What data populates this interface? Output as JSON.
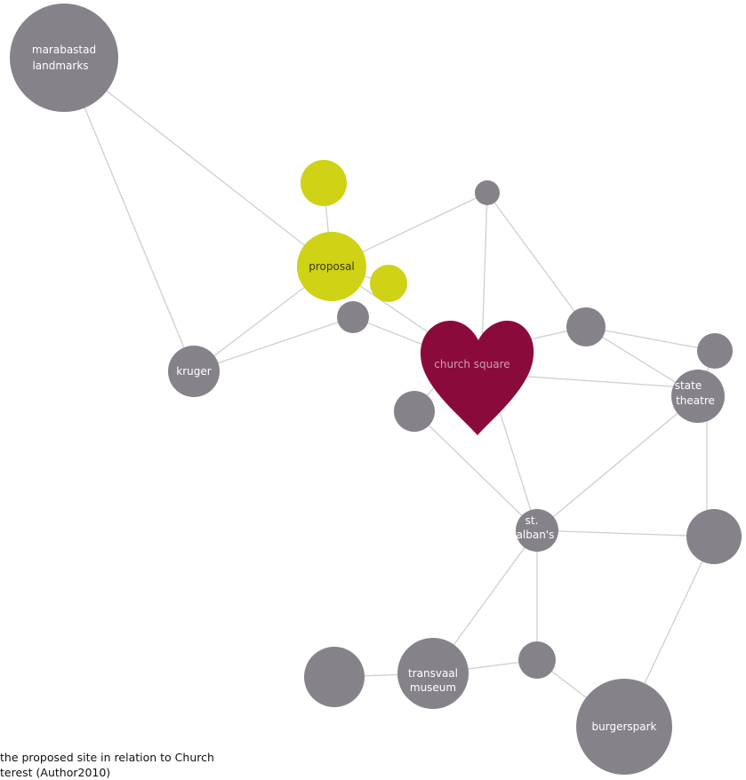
{
  "colors": {
    "node_gray": "#86828a",
    "node_yellow": "#cfd215",
    "heart": "#8b0a3c",
    "edge": "#cfcfcf"
  },
  "nodes": {
    "marabastad": {
      "line1": "marabastad",
      "line2": "landmarks"
    },
    "proposal": {
      "label": "proposal"
    },
    "kruger": {
      "label": "kruger"
    },
    "church_square": {
      "label": "church square"
    },
    "state_theatre": {
      "line1": "state",
      "line2": "theatre"
    },
    "st_albans": {
      "line1": "st.",
      "line2": "alban's"
    },
    "transvaal_museum": {
      "line1": "transvaal",
      "line2": "museum"
    },
    "burgerspark": {
      "label": "burgerspark"
    }
  },
  "caption": {
    "line1": "the proposed site in relation to Church",
    "line2": "terest (Author2010)"
  }
}
